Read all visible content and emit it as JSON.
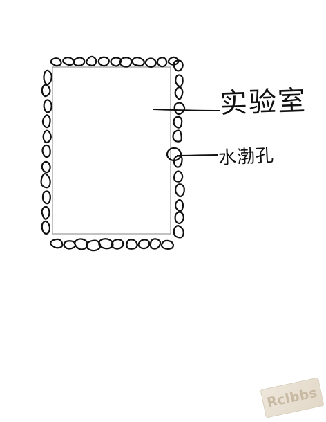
{
  "labels": {
    "lab": "实验室",
    "drain_hole": "水渤孔"
  },
  "watermark": {
    "text": "Rclbbs"
  },
  "colors": {
    "ink": "#111111",
    "background": "#ffffff",
    "watermark": "#c8b9a3"
  }
}
